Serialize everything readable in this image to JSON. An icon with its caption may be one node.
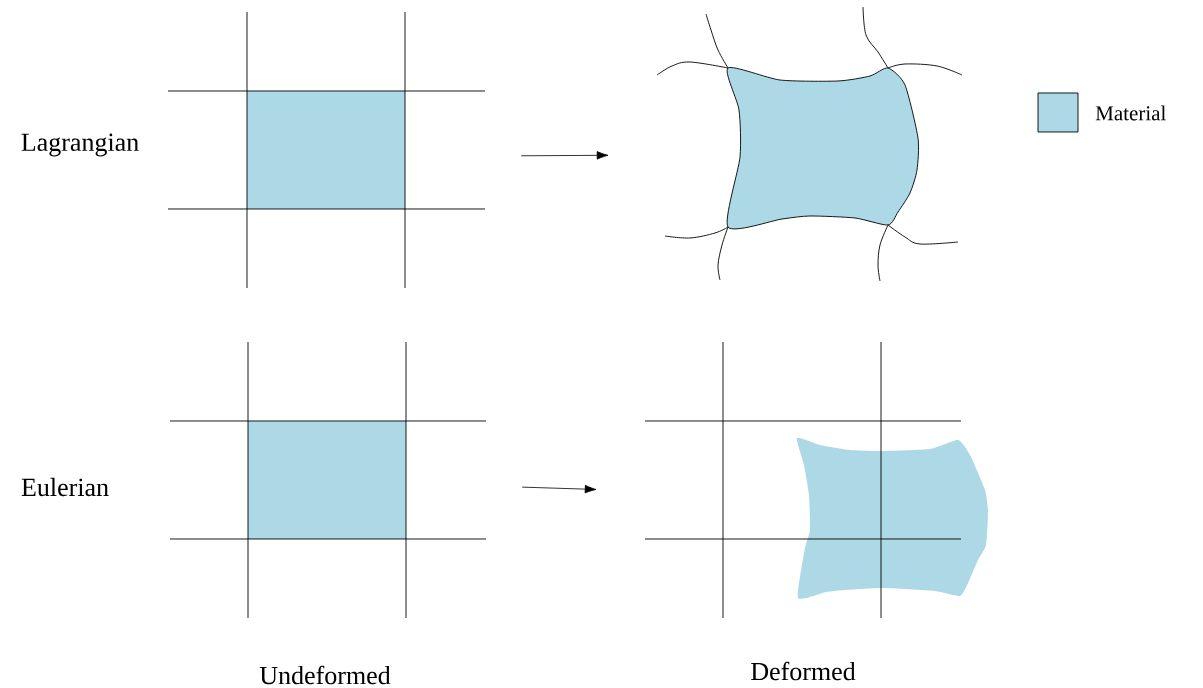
{
  "diagram": {
    "nodes": [
      {
        "text": [],
        "shape": "picture"
      },
      {
        "text": [],
        "shape": "picture"
      },
      {
        "text": [],
        "shape": "picture"
      },
      {
        "text": [],
        "shape": "picture"
      }
    ],
    "edges": [
      {
        "from": 0,
        "to": 1,
        "arrow": "to"
      },
      {
        "from": 2,
        "to": 3,
        "arrow": "to"
      }
    ],
    "labels": [
      "Lagrangian",
      "Eulerian",
      "Undeformed",
      "Deformed"
    ],
    "legend": [
      {
        "text": "Material",
        "color": "#add8e6"
      }
    ]
  }
}
